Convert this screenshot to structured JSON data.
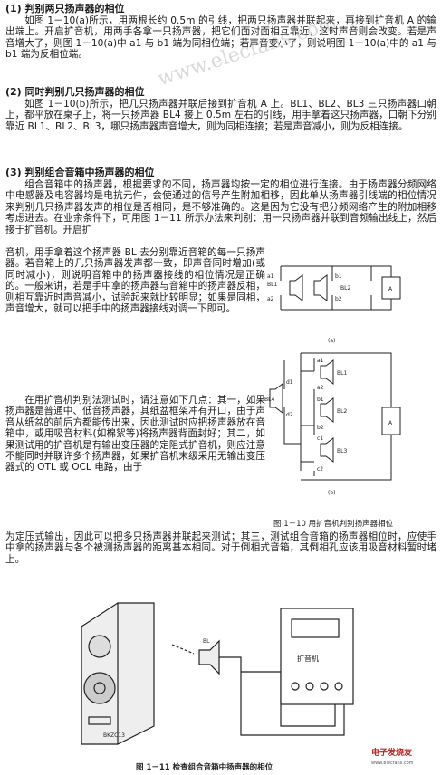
{
  "section1": {
    "heading": "(1) 判别两只扬声器的相位",
    "body": "如图 1－10(a)所示，用两根长约 0.5m 的引线，把两只扬声器并联起来，再接到扩音机 A 的输出端上。开启扩音机，用两手各拿一只扬声器，把它们面对面相互靠近，这时声音则会改变。若是声音增大了，则图 1－10(a)中 a1 与 b1 端为同相位端；若声音变小了，则说明图 1－10(a)中的 a1 与 b1 端为反相位端。"
  },
  "section2": {
    "heading": "(2) 同时判别几只扬声器的相位",
    "body": "如图 1－10(b)所示，把几只扬声器并联后接到扩音机 A 上。BL1、BL2、BL3 三只扬声器口朝上，都平放在桌子上，将一只扬声器 BL4 接上 0.5m 左右的引线，用手拿着这只扬声器，口朝下分别靠近 BL1、BL2、BL3，哪只扬声器声音增大，则为同相连接；若是声音减小，则为反相连接。"
  },
  "section3": {
    "heading": "(3) 判别组合音箱中扬声器的相位",
    "intro": "组合音箱中的扬声器，根据要求的不同，扬声器均按一定的相位进行连接。由于扬声器分频网络中电感器及电容器均是电抗元件，会使通过的信号产生附加相移，因此单从扬声器引线端的相位情况来判别几只扬声器发声的相位是否相同，是不够准确的。这是因为它没有把分频网络产生的附加相移考虑进去。在业余条件下，可用图 1－11 所示办法来判别：用一只扬声器并联到音频输出线上，然后接于扩音机。开启扩",
    "para_left": "音机，用手拿着这个扬声器 BL 去分别靠近音箱的每一只扬声器。若音箱上的几只扬声器发声都一致，即声音同时增加(或同时减小)，则说明音箱中的扬声器接线的相位情况是正确的。一般来讲，若是手中拿的扬声器与音箱中的扬声器反相，则相互靠近时声音减小，试验起来就比较明显；如果是同相，声音增大，就可以把手中的扬声器接线对调一下即可。",
    "para2": "在用扩音机判别法测试时，请注意如下几点：其一，如果扬声器是普通中、低音扬声器，其纸盆框架冲有开口，由于声音从纸盆的前后方都能传出来，因此测试时应把扬声器放在音箱中，或用吸音材料(如棉絮等)将扬声器背面封好；其二，如果测试用的扩音机是有输出变压器的定阻式扩音机，则应注意不能同时并联许多个扬声器，如果扩音机末级采用无输出变压器式的 OTL 或 OCL 电路，由于",
    "para2_cont": "为定压式输出，因此可以把多只扬声器并联起来测试；其三，测试组合音箱的扬声器相位时，应使手中拿的扬声器与各个被测扬声器的距离基本相同。对于倒相式音箱，其倒相孔应该用吸音材料暂时堵上。"
  },
  "fig10": {
    "sub_a": "(a)",
    "sub_b": "(b)",
    "caption": "图 1－10  用扩音机判别扬声器相位",
    "labels_a": {
      "spk1": "BL1",
      "spk2": "BL2",
      "amp": "A",
      "a1": "a1",
      "a2": "a2",
      "b1": "b1",
      "b2": "b2"
    },
    "labels_b": {
      "hand": "BL4",
      "d1": "d1",
      "d2": "d2",
      "s1": "BL1",
      "s2": "BL2",
      "s3": "BL3",
      "a1": "a1",
      "a2": "a2",
      "b1": "b1",
      "b2": "b2",
      "c1": "c1",
      "c2": "c2",
      "amp": "A"
    }
  },
  "fig11": {
    "box_label": "BKZC13",
    "hand_label": "BL",
    "amp_label": "扩音机",
    "caption": "图 1－11  检查组合音箱中扬声器的相位"
  },
  "watermarks": {
    "site": "www.elecfans.com",
    "logo": "电子发烧友",
    "logo_url": "www.elecfans.com"
  }
}
